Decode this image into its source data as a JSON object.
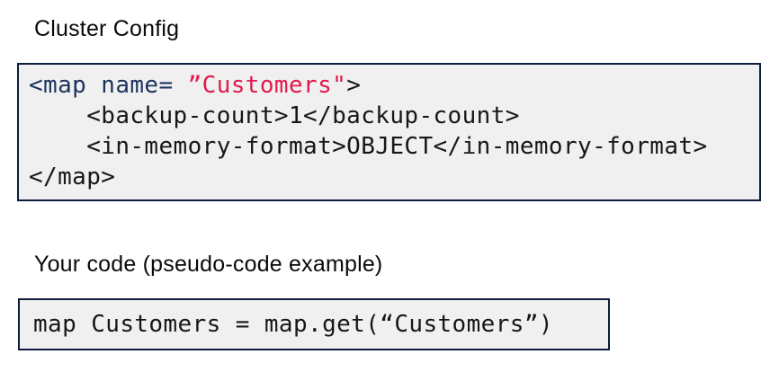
{
  "colors": {
    "navy": "#1e3360",
    "red": "#e11a4b",
    "black": "#171717",
    "code_background": "#f0f0f0",
    "code_border": "#0d1c3d",
    "heading": "#0a0a0a",
    "page_background": "#ffffff"
  },
  "sections": {
    "cluster_config": {
      "heading": "Cluster Config",
      "code_lines": [
        {
          "segments": [
            {
              "text": "<map name= ",
              "color": "navy"
            },
            {
              "text": "”Customers\"",
              "color": "red"
            },
            {
              "text": ">",
              "color": "black"
            }
          ]
        },
        {
          "segments": [
            {
              "text": "    <backup-count>1</backup-count>",
              "color": "black"
            }
          ]
        },
        {
          "segments": [
            {
              "text": "    <in-memory-format>OBJECT</in-memory-format>",
              "color": "black"
            }
          ]
        },
        {
          "segments": [
            {
              "text": "</map>",
              "color": "black"
            }
          ]
        }
      ]
    },
    "your_code": {
      "heading": "Your code (pseudo-code example)",
      "code_lines": [
        {
          "segments": [
            {
              "text": "map Customers = map.get(“Customers”)",
              "color": "black"
            }
          ]
        }
      ]
    }
  }
}
